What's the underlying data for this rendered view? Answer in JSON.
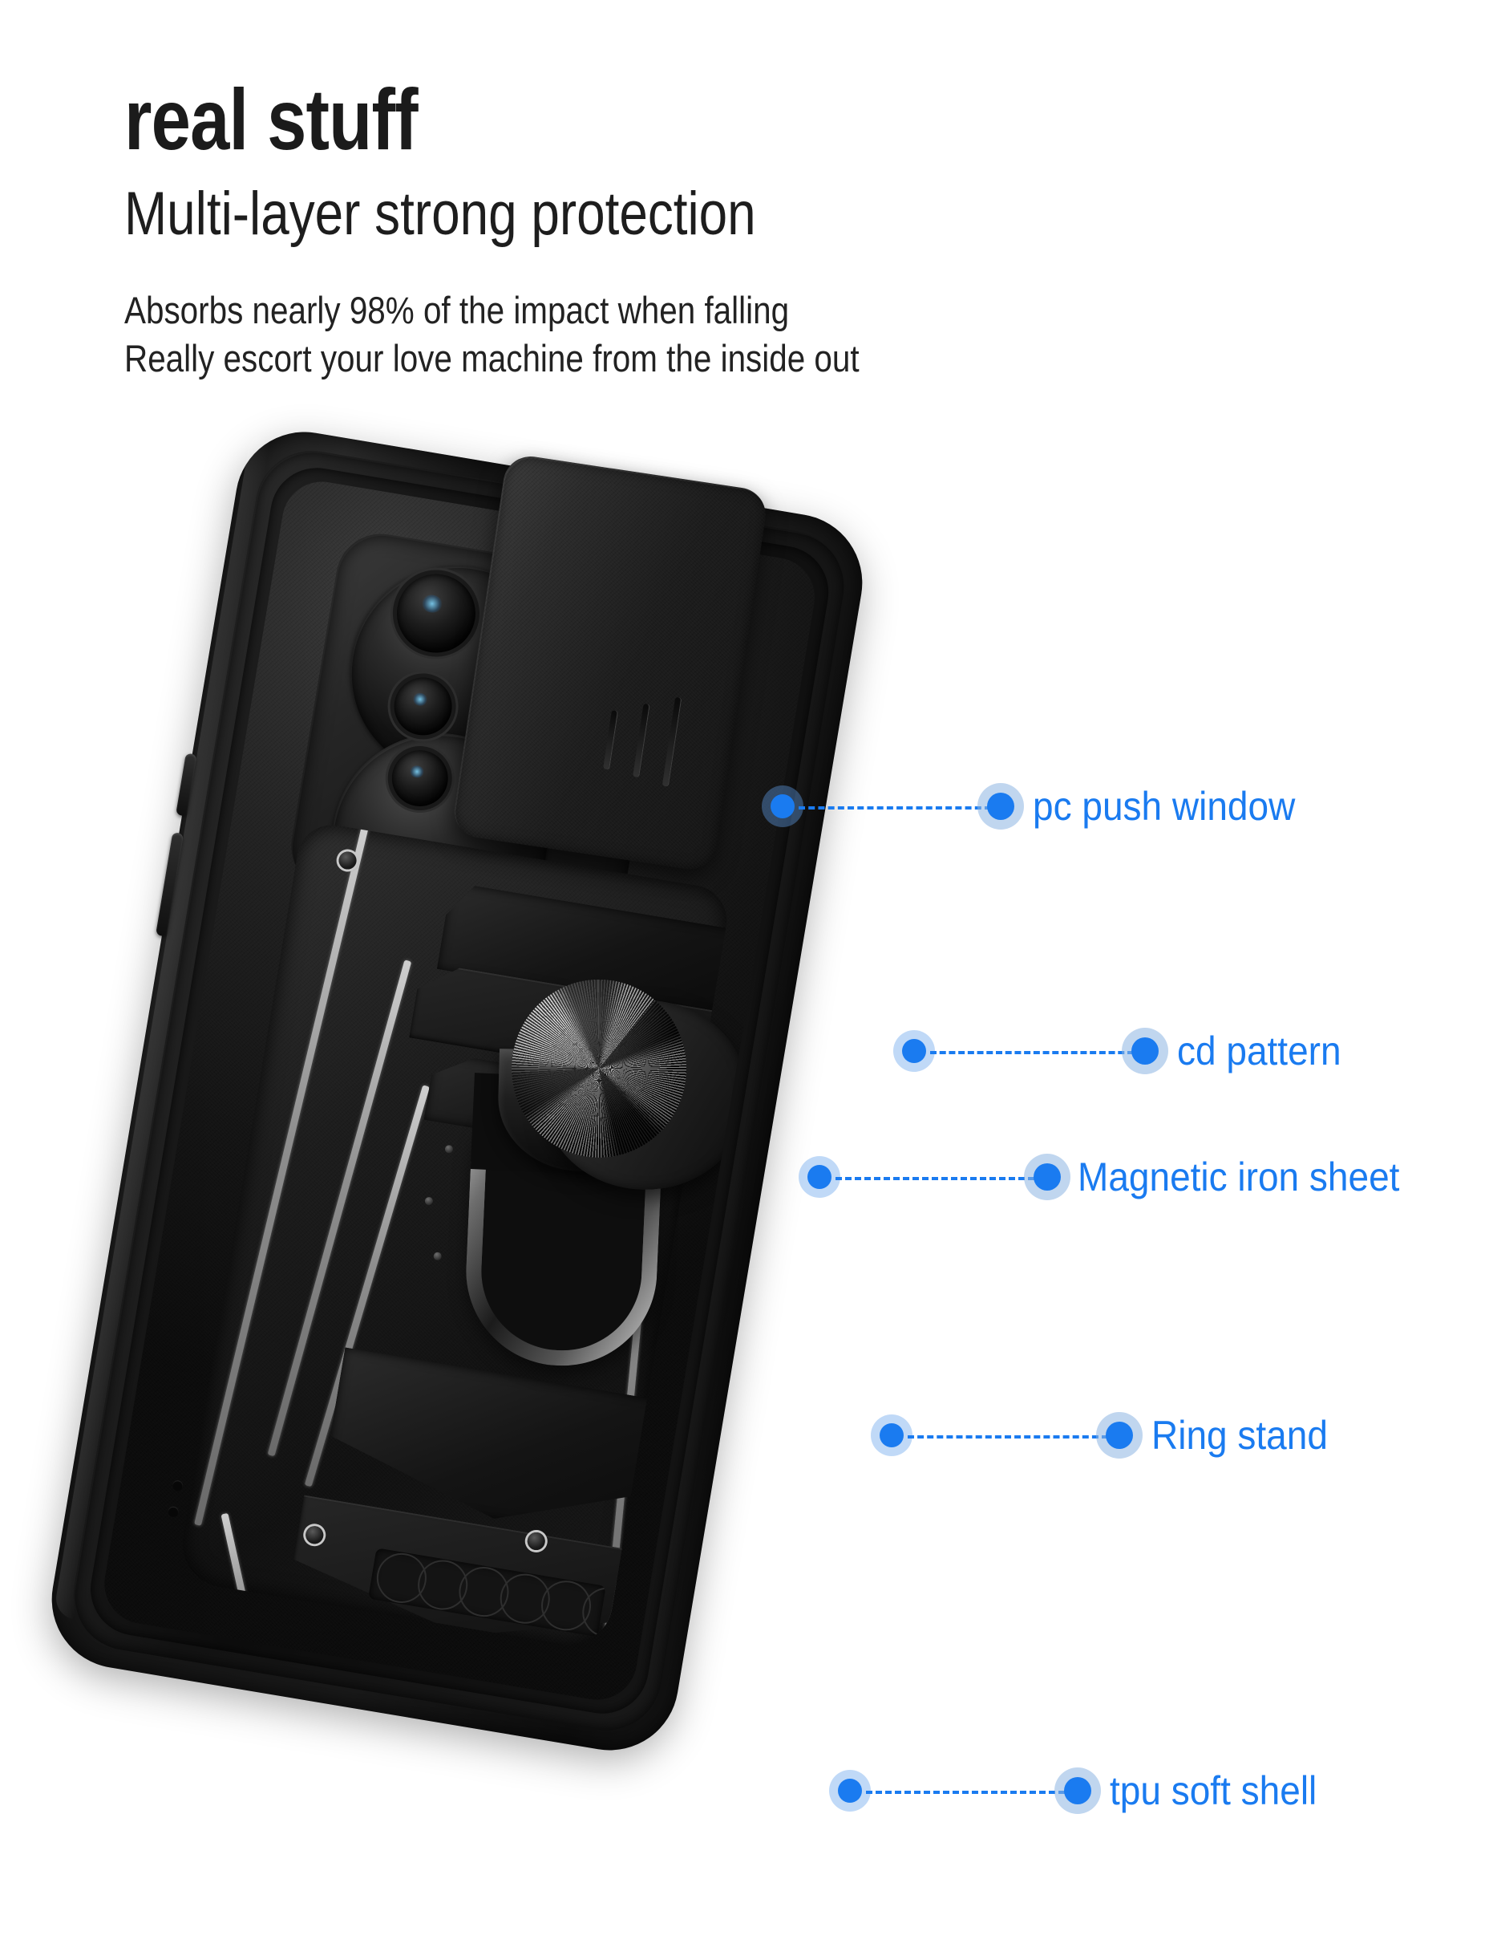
{
  "header": {
    "headline": "real stuff",
    "subheadline": "Multi-layer strong protection",
    "body_lines": [
      "Absorbs nearly 98% of the impact when falling",
      "Really escort your love machine from the inside out"
    ]
  },
  "theme": {
    "accent_blue": "#1a7bf0",
    "halo_blue": "#8cb4e1",
    "background": "#ffffff",
    "text_dark": "#1b1b1b"
  },
  "product": {
    "name": "shockproof-phone-case",
    "finish": "matte-black-tpu",
    "camera_count": 3
  },
  "callouts": [
    {
      "label": "pc push window",
      "part": "camera-slider-cover"
    },
    {
      "label": "cd pattern",
      "part": "cd-texture-disc"
    },
    {
      "label": "Magnetic iron sheet",
      "part": "magnetic-plate"
    },
    {
      "label": "Ring stand",
      "part": "finger-ring-kickstand"
    },
    {
      "label": "tpu soft shell",
      "part": "tpu-outer-shell"
    }
  ]
}
